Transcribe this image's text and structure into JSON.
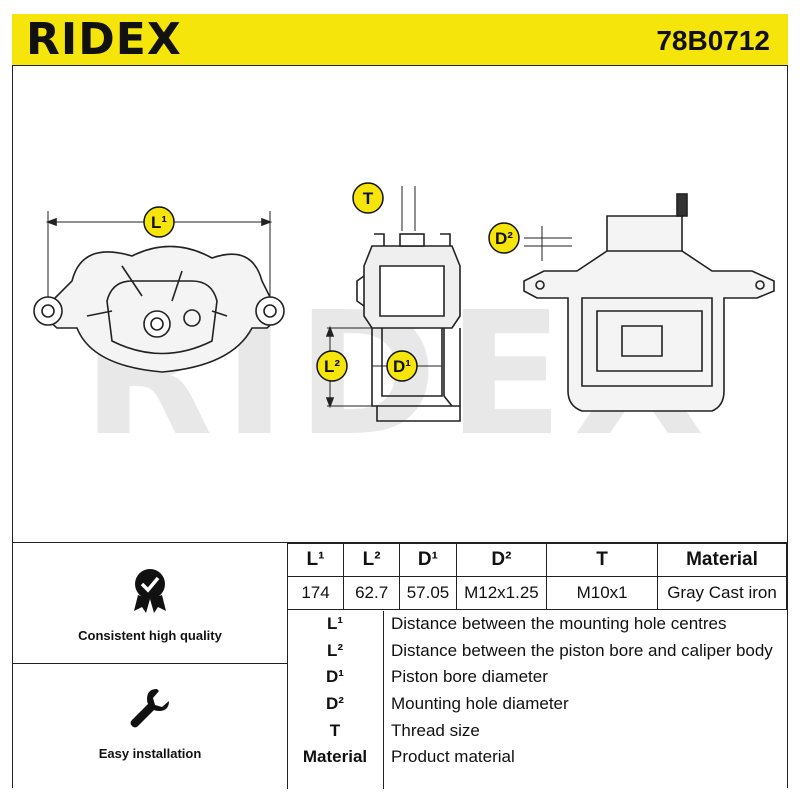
{
  "header": {
    "brand": "RIDEX",
    "part_number": "78B0712",
    "color": "#f5e50a"
  },
  "drawing": {
    "watermark": "RIDEX",
    "badges": {
      "l1": "L¹",
      "l2": "L²",
      "d1": "D¹",
      "d2": "D²",
      "t": "T"
    }
  },
  "features": [
    {
      "icon": "quality-badge-icon",
      "label": "Consistent high quality"
    },
    {
      "icon": "wrench-icon",
      "label": "Easy installation"
    }
  ],
  "spec_table": {
    "headers": [
      "L¹",
      "L²",
      "D¹",
      "D²",
      "T",
      "Material"
    ],
    "values": [
      "174",
      "62.7",
      "57.05",
      "M12x1.25",
      "M10x1",
      "Gray Cast iron"
    ]
  },
  "legend": [
    {
      "key": "L¹",
      "desc": "Distance between the mounting hole centres"
    },
    {
      "key": "L²",
      "desc": "Distance between the piston bore and caliper body"
    },
    {
      "key": "D¹",
      "desc": "Piston bore diameter"
    },
    {
      "key": "D²",
      "desc": "Mounting hole diameter"
    },
    {
      "key": "T",
      "desc": "Thread size"
    },
    {
      "key": "Material",
      "desc": "Product material"
    }
  ]
}
